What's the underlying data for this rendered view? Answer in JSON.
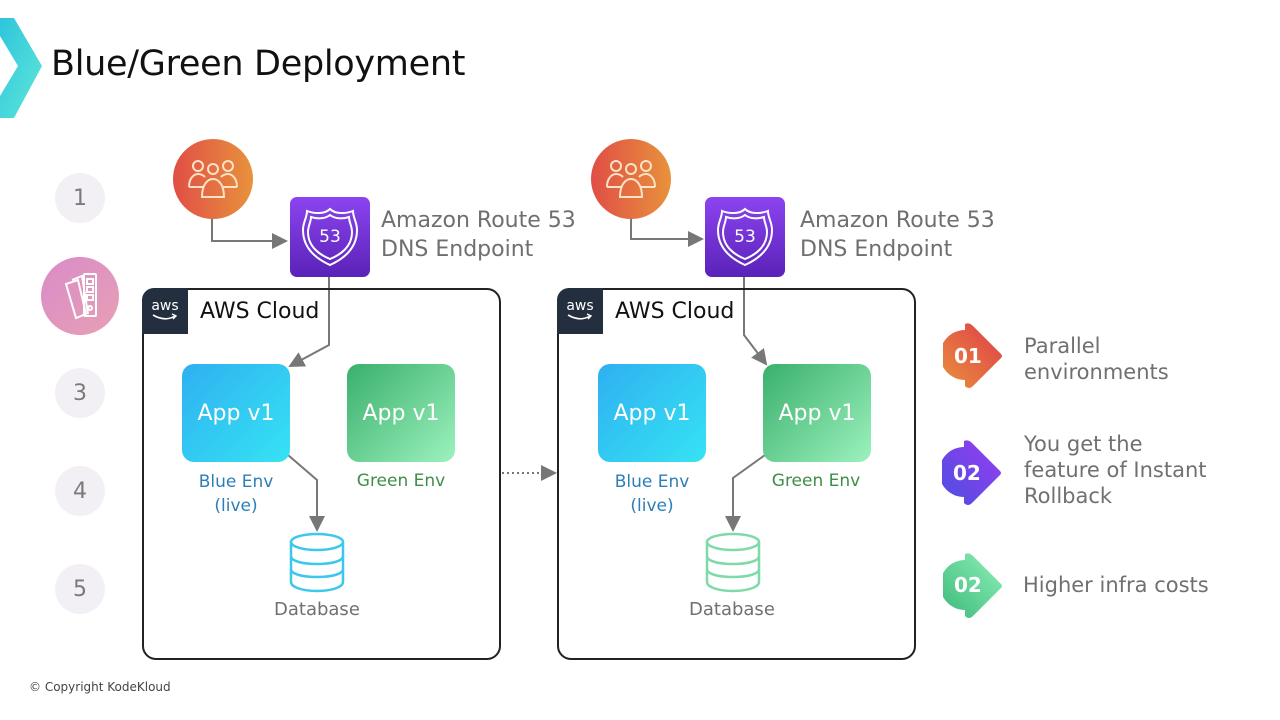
{
  "page": {
    "title": "Blue/Green Deployment",
    "copyright": "© Copyright KodeKloud"
  },
  "steps": [
    {
      "label": "1",
      "active": false
    },
    {
      "label": "",
      "active": true,
      "icon": "swatch-book-icon"
    },
    {
      "label": "3",
      "active": false
    },
    {
      "label": "4",
      "active": false
    },
    {
      "label": "5",
      "active": false
    }
  ],
  "diagrams": [
    {
      "users_icon": "users-group-icon",
      "route53": {
        "icon_text": "53",
        "line1": "Amazon Route 53",
        "line2": "DNS Endpoint"
      },
      "cloud_title": "AWS Cloud",
      "aws_badge": "aws",
      "blue_app": {
        "label": "App v1",
        "env_line1": "Blue Env",
        "env_line2": "(live)"
      },
      "green_app": {
        "label": "App v1",
        "env_line1": "Green Env"
      },
      "database": {
        "label": "Database",
        "color": "#3cc8ec"
      },
      "traffic_target": "blue"
    },
    {
      "users_icon": "users-group-icon",
      "route53": {
        "icon_text": "53",
        "line1": "Amazon Route 53",
        "line2": "DNS Endpoint"
      },
      "cloud_title": "AWS Cloud",
      "aws_badge": "aws",
      "blue_app": {
        "label": "App v1",
        "env_line1": "Blue Env",
        "env_line2": "(live)"
      },
      "green_app": {
        "label": "App v1",
        "env_line1": "Green Env"
      },
      "database": {
        "label": "Database",
        "color": "#7fd9a8"
      },
      "traffic_target": "green"
    }
  ],
  "features": [
    {
      "num": "01",
      "text_lines": [
        "Parallel",
        "environments"
      ],
      "colors": [
        "#e8923c",
        "#e03c4a"
      ]
    },
    {
      "num": "02",
      "text_lines": [
        "You get the",
        "feature of Instant",
        "Rollback"
      ],
      "colors": [
        "#4a4fe0",
        "#9b3cf0"
      ]
    },
    {
      "num": "02",
      "text_lines": [
        "Higher infra costs"
      ],
      "colors": [
        "#3cb878",
        "#8ef0b8"
      ]
    }
  ],
  "colors": {
    "accent_cyan": "#3fd6e0",
    "aws_dark": "#232f3e",
    "route53_purple": "#7b3be0",
    "users_orange": "#e5643f",
    "blue_env_text": "#2b7fb8",
    "green_env_text": "#3e8e48"
  }
}
